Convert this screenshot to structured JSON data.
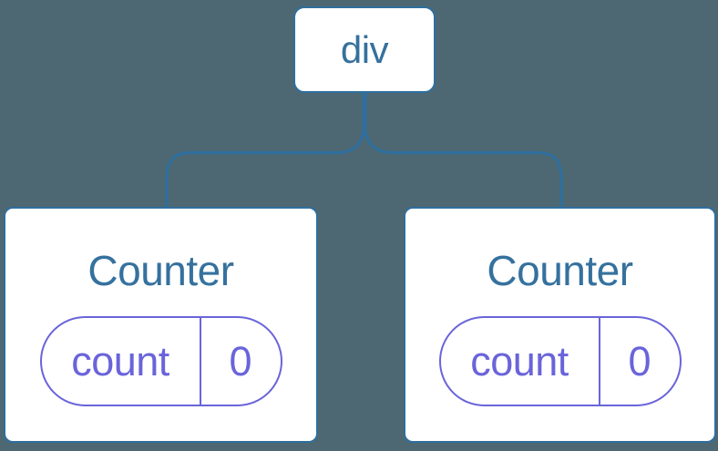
{
  "diagram": {
    "colors": {
      "background": "#4D6872",
      "line_blue": "#2F6F9F",
      "heading_blue": "#35719E",
      "state_purple": "#6A64DA",
      "card_white": "#FFFFFF"
    },
    "root": {
      "label": "div"
    },
    "children": [
      {
        "title": "Counter",
        "state": {
          "name": "count",
          "value": "0"
        }
      },
      {
        "title": "Counter",
        "state": {
          "name": "count",
          "value": "0"
        }
      }
    ]
  }
}
